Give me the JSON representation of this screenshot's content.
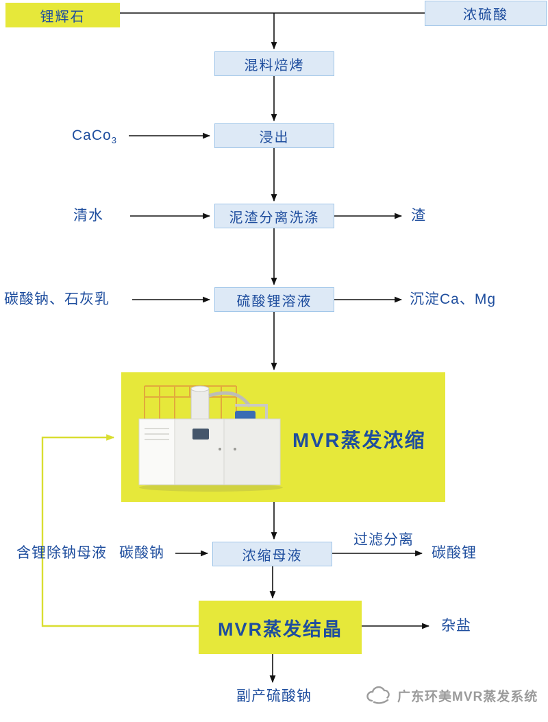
{
  "colors": {
    "yellow": "#e6e83a",
    "box_fill": "#dde9f6",
    "box_border": "#9fc5e8",
    "text_blue": "#1f4e9e",
    "arrow": "#111111",
    "loop_yellow": "#d9de31",
    "watermark_gray": "#9b9b9b"
  },
  "nodes": {
    "spodumene": {
      "label": "锂辉石"
    },
    "sulfuric_acid": {
      "label": "浓硫酸"
    },
    "roasting": {
      "label": "混料焙烤"
    },
    "leaching": {
      "label": "浸出"
    },
    "slag_separation": {
      "label": "泥渣分离洗涤"
    },
    "lithium_sulfate_solution": {
      "label": "硫酸锂溶液"
    },
    "mvr_evaporation_concentration": {
      "label": "MVR蒸发浓缩"
    },
    "concentrated_mother_liquor": {
      "label": "浓缩母液"
    },
    "mvr_evaporation_crystallization": {
      "label": "MVR蒸发结晶"
    }
  },
  "inputs": {
    "caco3": {
      "formula": "CaCo",
      "subscript": "3"
    },
    "clear_water": {
      "label": "清水"
    },
    "soda_ash_lime_milk": {
      "label": "碳酸钠、石灰乳"
    },
    "lithium_mother_liquor": {
      "label": "含锂除钠母液"
    },
    "soda_ash": {
      "label": "碳酸钠"
    }
  },
  "outputs": {
    "slag": {
      "label": "渣"
    },
    "ca_mg_precipitate": {
      "label": "沉淀Ca、Mg"
    },
    "filtration_label": {
      "label": "过滤分离"
    },
    "lithium_carbonate": {
      "label": "碳酸锂"
    },
    "mixed_salt": {
      "label": "杂盐"
    },
    "sodium_sulfate_byproduct": {
      "label": "副产硫酸钠"
    }
  },
  "watermark": {
    "label": "广东环美MVR蒸发系统"
  }
}
